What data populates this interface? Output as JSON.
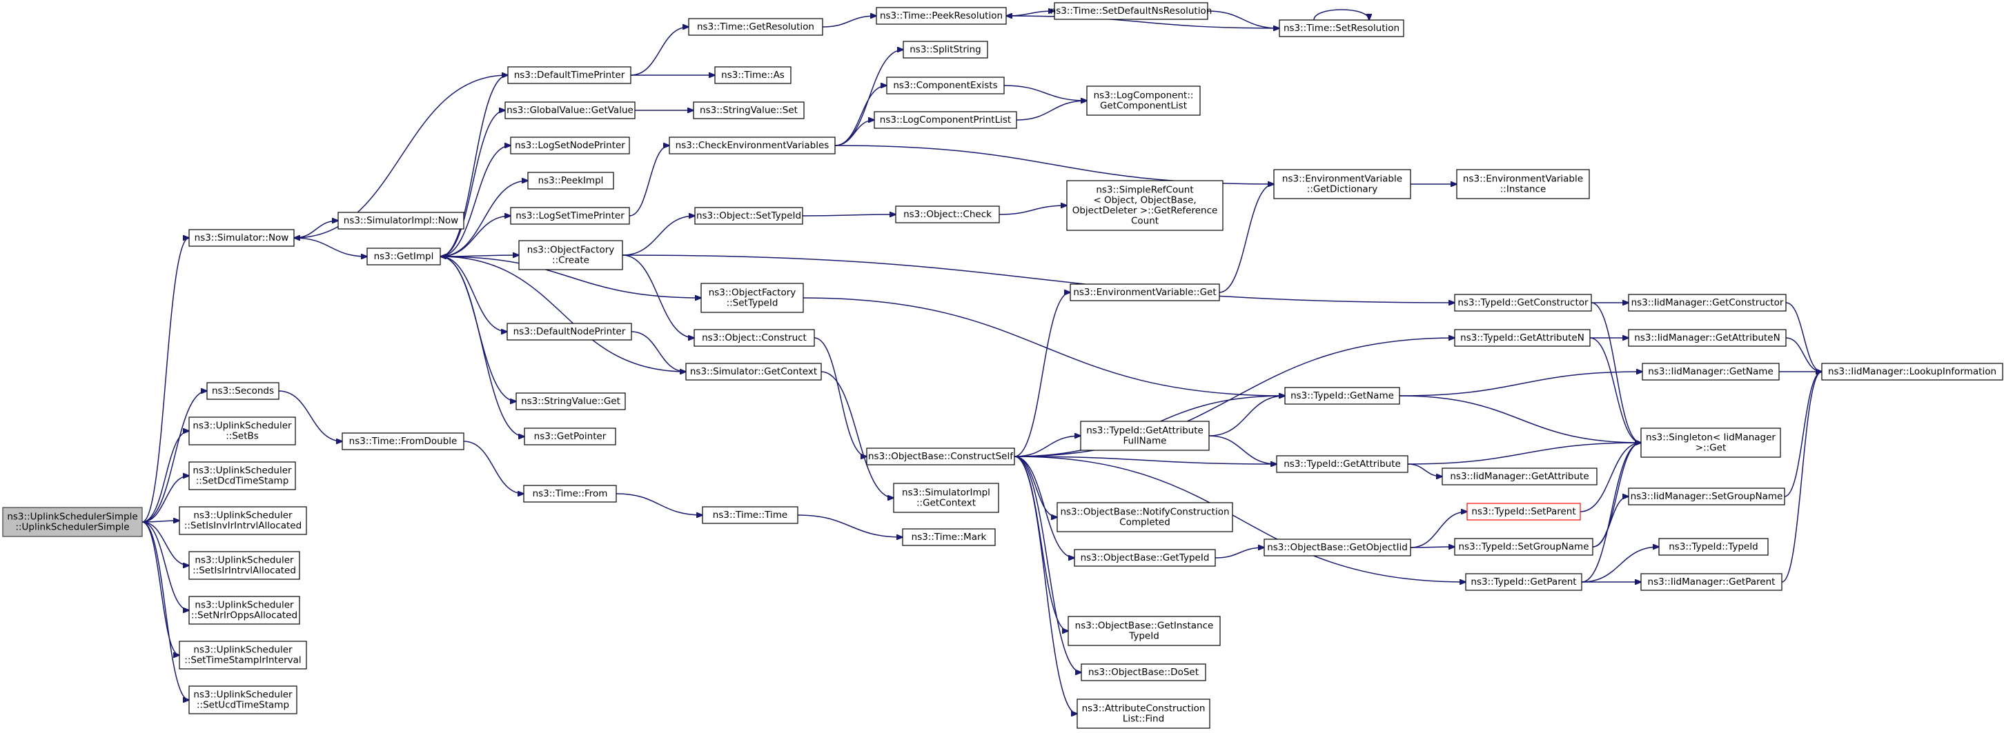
{
  "diagram": {
    "type": "call-graph",
    "colors": {
      "edge": "#191970",
      "node_border": "#000000",
      "root_fill": "#bfbfbf",
      "highlight_border": "#ff0000"
    },
    "nodes": [
      {
        "id": "root",
        "lines": [
          "ns3::UplinkSchedulerSimple",
          "::UplinkSchedulerSimple"
        ],
        "style": "root"
      },
      {
        "id": "sim_now",
        "lines": [
          "ns3::Simulator::Now"
        ]
      },
      {
        "id": "seconds",
        "lines": [
          "ns3::Seconds"
        ]
      },
      {
        "id": "us_setbs",
        "lines": [
          "ns3::UplinkScheduler",
          "::SetBs"
        ]
      },
      {
        "id": "us_setdcd",
        "lines": [
          "ns3::UplinkScheduler",
          "::SetDcdTimeStamp"
        ]
      },
      {
        "id": "us_setisinv",
        "lines": [
          "ns3::UplinkScheduler",
          "::SetIsInvIrIntrvlAllocated"
        ]
      },
      {
        "id": "us_setisir",
        "lines": [
          "ns3::UplinkScheduler",
          "::SetIsIrIntrvlAllocated"
        ]
      },
      {
        "id": "us_setnrir",
        "lines": [
          "ns3::UplinkScheduler",
          "::SetNrIrOppsAllocated"
        ]
      },
      {
        "id": "us_settsir",
        "lines": [
          "ns3::UplinkScheduler",
          "::SetTimeStampIrInterval"
        ]
      },
      {
        "id": "us_setucd",
        "lines": [
          "ns3::UplinkScheduler",
          "::SetUcdTimeStamp"
        ]
      },
      {
        "id": "simimpl_now",
        "lines": [
          "ns3::SimulatorImpl::Now"
        ]
      },
      {
        "id": "getimpl",
        "lines": [
          "ns3::GetImpl"
        ]
      },
      {
        "id": "time_fromdouble",
        "lines": [
          "ns3::Time::FromDouble"
        ]
      },
      {
        "id": "defaulttimeprinter",
        "lines": [
          "ns3::DefaultTimePrinter"
        ]
      },
      {
        "id": "gv_getvalue",
        "lines": [
          "ns3::GlobalValue::GetValue"
        ]
      },
      {
        "id": "logsetnodeprinter",
        "lines": [
          "ns3::LogSetNodePrinter"
        ]
      },
      {
        "id": "peekimpl",
        "lines": [
          "ns3::PeekImpl"
        ]
      },
      {
        "id": "logsettimeprinter",
        "lines": [
          "ns3::LogSetTimePrinter"
        ]
      },
      {
        "id": "of_create",
        "lines": [
          "ns3::ObjectFactory",
          "::Create"
        ]
      },
      {
        "id": "defaultnodeprinter",
        "lines": [
          "ns3::DefaultNodePrinter"
        ]
      },
      {
        "id": "sim_getcontext",
        "lines": [
          "ns3::Simulator::GetContext"
        ]
      },
      {
        "id": "sv_get",
        "lines": [
          "ns3::StringValue::Get"
        ]
      },
      {
        "id": "getpointer",
        "lines": [
          "ns3::GetPointer"
        ]
      },
      {
        "id": "time_from",
        "lines": [
          "ns3::Time::From"
        ]
      },
      {
        "id": "time_time",
        "lines": [
          "ns3::Time::Time"
        ]
      },
      {
        "id": "time_mark",
        "lines": [
          "ns3::Time::Mark"
        ]
      },
      {
        "id": "time_getresolution",
        "lines": [
          "ns3::Time::GetResolution"
        ]
      },
      {
        "id": "time_as",
        "lines": [
          "ns3::Time::As"
        ]
      },
      {
        "id": "sv_set",
        "lines": [
          "ns3::StringValue::Set"
        ]
      },
      {
        "id": "checkenv",
        "lines": [
          "ns3::CheckEnvironmentVariables"
        ]
      },
      {
        "id": "obj_settypeid",
        "lines": [
          "ns3::Object::SetTypeId"
        ]
      },
      {
        "id": "of_settypeid",
        "lines": [
          "ns3::ObjectFactory",
          "::SetTypeId"
        ]
      },
      {
        "id": "obj_construct",
        "lines": [
          "ns3::Object::Construct"
        ]
      },
      {
        "id": "ob_constructself",
        "lines": [
          "ns3::ObjectBase::ConstructSelf"
        ]
      },
      {
        "id": "simimpl_getcontext",
        "lines": [
          "ns3::SimulatorImpl",
          "::GetContext"
        ]
      },
      {
        "id": "time_peekres",
        "lines": [
          "ns3::Time::PeekResolution"
        ]
      },
      {
        "id": "splitstring",
        "lines": [
          "ns3::SplitString"
        ]
      },
      {
        "id": "componentexists",
        "lines": [
          "ns3::ComponentExists"
        ]
      },
      {
        "id": "logcomponentprintlist",
        "lines": [
          "ns3::LogComponentPrintList"
        ]
      },
      {
        "id": "obj_check",
        "lines": [
          "ns3::Object::Check"
        ]
      },
      {
        "id": "ev_get",
        "lines": [
          "ns3::EnvironmentVariable::Get"
        ]
      },
      {
        "id": "tid_getattrfullname",
        "lines": [
          "ns3::TypeId::GetAttribute",
          "FullName"
        ]
      },
      {
        "id": "ob_notifyconstruction",
        "lines": [
          "ns3::ObjectBase::NotifyConstruction",
          "Completed"
        ]
      },
      {
        "id": "ob_gettypeid",
        "lines": [
          "ns3::ObjectBase::GetTypeId"
        ]
      },
      {
        "id": "ob_getinstancetypeid",
        "lines": [
          "ns3::ObjectBase::GetInstance",
          "TypeId"
        ]
      },
      {
        "id": "ob_doset",
        "lines": [
          "ns3::ObjectBase::DoSet"
        ]
      },
      {
        "id": "attrconstructionlist_find",
        "lines": [
          "ns3::AttributeConstruction",
          "List::Find"
        ]
      },
      {
        "id": "time_setdefaultns",
        "lines": [
          "ns3::Time::SetDefaultNsResolution"
        ]
      },
      {
        "id": "logcomponent_getlist",
        "lines": [
          "ns3::LogComponent::",
          "GetComponentList"
        ]
      },
      {
        "id": "simplerefcount",
        "lines": [
          "ns3::SimpleRefCount",
          "< Object, ObjectBase,",
          "ObjectDeleter >::GetReference",
          "Count"
        ]
      },
      {
        "id": "ev_getdictionary",
        "lines": [
          "ns3::EnvironmentVariable",
          "::GetDictionary"
        ]
      },
      {
        "id": "tid_getname",
        "lines": [
          "ns3::TypeId::GetName"
        ]
      },
      {
        "id": "tid_getattribute",
        "lines": [
          "ns3::TypeId::GetAttribute"
        ]
      },
      {
        "id": "ob_getobjectiid",
        "lines": [
          "ns3::ObjectBase::GetObjectIid"
        ]
      },
      {
        "id": "time_setresolution",
        "lines": [
          "ns3::Time::SetResolution"
        ]
      },
      {
        "id": "ev_instance",
        "lines": [
          "ns3::EnvironmentVariable",
          "::Instance"
        ]
      },
      {
        "id": "tid_getconstructor",
        "lines": [
          "ns3::TypeId::GetConstructor"
        ]
      },
      {
        "id": "tid_getattributen",
        "lines": [
          "ns3::TypeId::GetAttributeN"
        ]
      },
      {
        "id": "iid_getattribute",
        "lines": [
          "ns3::IidManager::GetAttribute"
        ]
      },
      {
        "id": "tid_setparent",
        "lines": [
          "ns3::TypeId::SetParent"
        ],
        "style": "red"
      },
      {
        "id": "tid_setgroupname",
        "lines": [
          "ns3::TypeId::SetGroupName"
        ]
      },
      {
        "id": "tid_getparent",
        "lines": [
          "ns3::TypeId::GetParent"
        ]
      },
      {
        "id": "iid_getconstructor",
        "lines": [
          "ns3::IidManager::GetConstructor"
        ]
      },
      {
        "id": "iid_getattributen",
        "lines": [
          "ns3::IidManager::GetAttributeN"
        ]
      },
      {
        "id": "iid_getname",
        "lines": [
          "ns3::IidManager::GetName"
        ]
      },
      {
        "id": "singleton_get",
        "lines": [
          "ns3::Singleton< IidManager",
          ">::Get"
        ]
      },
      {
        "id": "iid_setgroupname",
        "lines": [
          "ns3::IidManager::SetGroupName"
        ]
      },
      {
        "id": "tid_typeid",
        "lines": [
          "ns3::TypeId::TypeId"
        ]
      },
      {
        "id": "iid_getparent",
        "lines": [
          "ns3::IidManager::GetParent"
        ]
      },
      {
        "id": "iid_lookupinfo",
        "lines": [
          "ns3::IidManager::LookupInformation"
        ]
      }
    ],
    "edges": [
      [
        "root",
        "sim_now"
      ],
      [
        "root",
        "seconds"
      ],
      [
        "root",
        "us_setbs"
      ],
      [
        "root",
        "us_setdcd"
      ],
      [
        "root",
        "us_setisinv"
      ],
      [
        "root",
        "us_setisir"
      ],
      [
        "root",
        "us_setnrir"
      ],
      [
        "root",
        "us_settsir"
      ],
      [
        "root",
        "us_setucd"
      ],
      [
        "sim_now",
        "simimpl_now"
      ],
      [
        "sim_now",
        "getimpl"
      ],
      [
        "seconds",
        "time_fromdouble"
      ],
      [
        "time_fromdouble",
        "time_from"
      ],
      [
        "time_from",
        "time_time"
      ],
      [
        "time_time",
        "time_mark"
      ],
      [
        "defaulttimeprinter",
        "sim_now"
      ],
      [
        "defaulttimeprinter",
        "time_getresolution"
      ],
      [
        "defaulttimeprinter",
        "time_as"
      ],
      [
        "getimpl",
        "defaulttimeprinter"
      ],
      [
        "getimpl",
        "gv_getvalue"
      ],
      [
        "getimpl",
        "logsetnodeprinter"
      ],
      [
        "getimpl",
        "peekimpl"
      ],
      [
        "getimpl",
        "logsettimeprinter"
      ],
      [
        "getimpl",
        "of_create"
      ],
      [
        "getimpl",
        "of_settypeid"
      ],
      [
        "getimpl",
        "defaultnodeprinter"
      ],
      [
        "getimpl",
        "sv_get"
      ],
      [
        "getimpl",
        "getpointer"
      ],
      [
        "sim_getcontext",
        "getimpl"
      ],
      [
        "sim_getcontext",
        "simimpl_getcontext"
      ],
      [
        "defaultnodeprinter",
        "sim_getcontext"
      ],
      [
        "gv_getvalue",
        "sv_set"
      ],
      [
        "logsettimeprinter",
        "checkenv"
      ],
      [
        "checkenv",
        "splitstring"
      ],
      [
        "checkenv",
        "componentexists"
      ],
      [
        "checkenv",
        "logcomponentprintlist"
      ],
      [
        "checkenv",
        "ev_getdictionary"
      ],
      [
        "componentexists",
        "logcomponent_getlist"
      ],
      [
        "logcomponentprintlist",
        "logcomponent_getlist"
      ],
      [
        "time_getresolution",
        "time_peekres"
      ],
      [
        "time_peekres",
        "time_setdefaultns"
      ],
      [
        "time_setdefaultns",
        "time_setresolution"
      ],
      [
        "time_setresolution",
        "time_peekres"
      ],
      [
        "time_setresolution",
        "time_setresolution"
      ],
      [
        "of_create",
        "obj_settypeid"
      ],
      [
        "of_create",
        "obj_construct"
      ],
      [
        "of_create",
        "tid_getconstructor"
      ],
      [
        "obj_settypeid",
        "obj_check"
      ],
      [
        "obj_check",
        "simplerefcount"
      ],
      [
        "of_settypeid",
        "tid_getname"
      ],
      [
        "obj_construct",
        "ob_constructself"
      ],
      [
        "ob_constructself",
        "ev_get"
      ],
      [
        "ob_constructself",
        "tid_getattributen"
      ],
      [
        "ob_constructself",
        "tid_getname"
      ],
      [
        "ob_constructself",
        "tid_getattrfullname"
      ],
      [
        "ob_constructself",
        "tid_getattribute"
      ],
      [
        "ob_constructself",
        "ob_notifyconstruction"
      ],
      [
        "ob_constructself",
        "ob_gettypeid"
      ],
      [
        "ob_constructself",
        "tid_getparent"
      ],
      [
        "ob_constructself",
        "ob_getinstancetypeid"
      ],
      [
        "ob_constructself",
        "ob_doset"
      ],
      [
        "ob_constructself",
        "attrconstructionlist_find"
      ],
      [
        "ev_get",
        "ev_getdictionary"
      ],
      [
        "ev_getdictionary",
        "ev_instance"
      ],
      [
        "tid_getattrfullname",
        "tid_getname"
      ],
      [
        "tid_getattrfullname",
        "tid_getattribute"
      ],
      [
        "ob_gettypeid",
        "ob_getobjectiid"
      ],
      [
        "ob_getobjectiid",
        "tid_setparent"
      ],
      [
        "ob_getobjectiid",
        "tid_setgroupname"
      ],
      [
        "tid_getconstructor",
        "iid_getconstructor"
      ],
      [
        "tid_getconstructor",
        "singleton_get"
      ],
      [
        "tid_getattributen",
        "iid_getattributen"
      ],
      [
        "tid_getattributen",
        "singleton_get"
      ],
      [
        "tid_getname",
        "iid_getname"
      ],
      [
        "tid_getname",
        "singleton_get"
      ],
      [
        "tid_getattribute",
        "iid_getattribute"
      ],
      [
        "tid_getattribute",
        "singleton_get"
      ],
      [
        "tid_setparent",
        "singleton_get"
      ],
      [
        "tid_setgroupname",
        "iid_setgroupname"
      ],
      [
        "tid_setgroupname",
        "singleton_get"
      ],
      [
        "tid_getparent",
        "tid_typeid"
      ],
      [
        "tid_getparent",
        "iid_getparent"
      ],
      [
        "tid_getparent",
        "singleton_get"
      ],
      [
        "iid_getconstructor",
        "iid_lookupinfo"
      ],
      [
        "iid_getattributen",
        "iid_lookupinfo"
      ],
      [
        "iid_getname",
        "iid_lookupinfo"
      ],
      [
        "iid_setgroupname",
        "iid_lookupinfo"
      ],
      [
        "iid_getparent",
        "iid_lookupinfo"
      ]
    ]
  }
}
